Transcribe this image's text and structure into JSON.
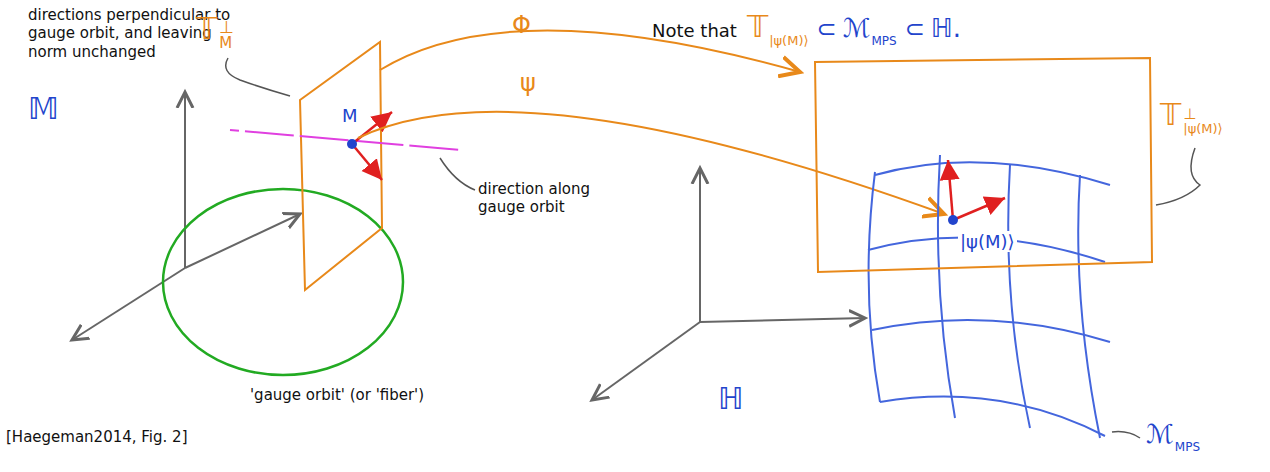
{
  "diagram": {
    "labels": [
      "directions perpendicular to gauge orbit, and leaving norm unchanged",
      "𝕋",
      "M",
      "⊥",
      "Φ",
      "Note that",
      "𝕋",
      "|ψ(M)⟩",
      "⊂",
      "ℳ",
      "MPS",
      "⊂",
      "ℍ.",
      "ψ",
      "𝕄",
      "M",
      "𝕋",
      "⊥",
      "|ψ(M)⟩",
      "direction along gauge orbit",
      "'gauge orbit' (or 'fiber')",
      "[Haegeman2014, Fig. 2]",
      "ℍ",
      "|ψ(M)⟩",
      "ℳ",
      "MPS"
    ]
  }
}
